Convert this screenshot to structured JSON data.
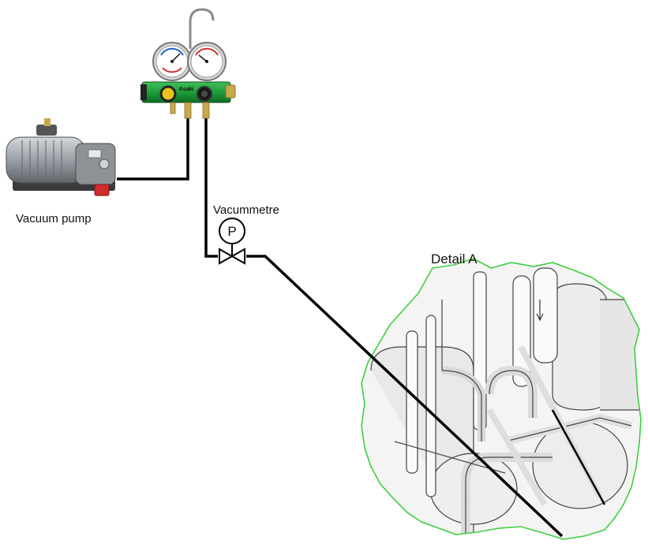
{
  "labels": {
    "vacuum_pump": "Vacuum pump",
    "vacuummeter": "Vacummetre",
    "gauge_symbol": "P",
    "detail": "Detail A",
    "manifold_brand": "Asaki"
  },
  "colors": {
    "hose": "#000000",
    "detail_outline": "#3ecf3e",
    "manifold_body": "#1e9d3a",
    "manifold_port_yellow": "#e8c21a",
    "brass_fitting": "#c9a84c",
    "pump_body": "#9aa0a6",
    "pump_red_button": "#d22b2b"
  },
  "icons": {
    "pump": "vacuum-pump-icon",
    "manifold": "manifold-gauge-icon",
    "valve": "valve-symbol-icon",
    "gauge": "pressure-gauge-symbol-icon"
  }
}
